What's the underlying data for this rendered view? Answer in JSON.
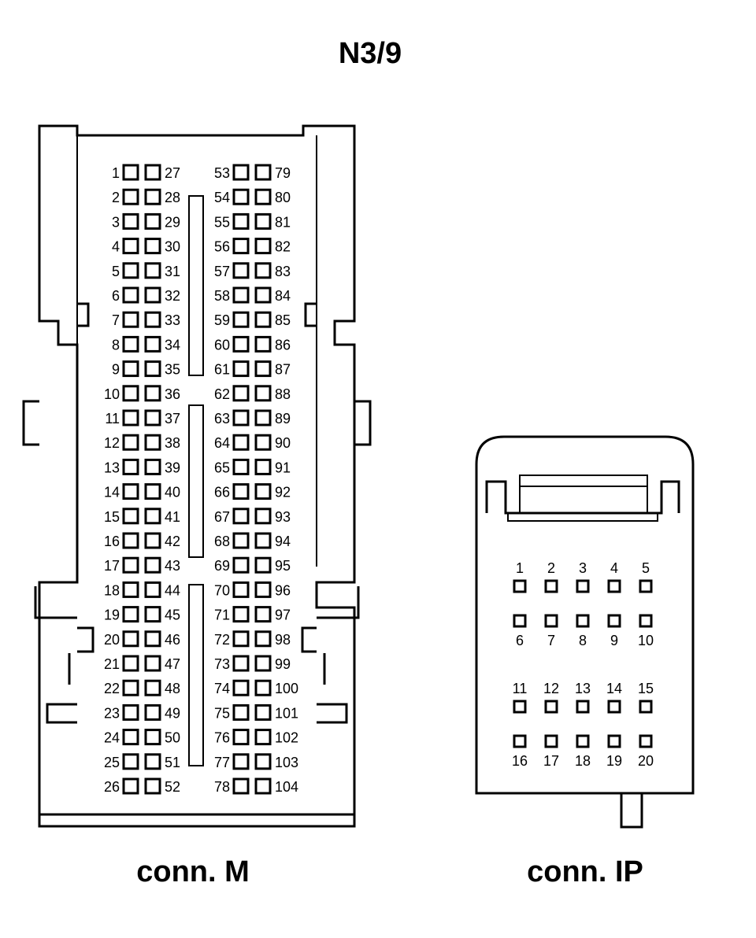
{
  "title": "N3/9",
  "connectors": {
    "m": {
      "caption": "conn. M",
      "pins": [
        "1",
        "2",
        "3",
        "4",
        "5",
        "6",
        "7",
        "8",
        "9",
        "10",
        "11",
        "12",
        "13",
        "14",
        "15",
        "16",
        "17",
        "18",
        "19",
        "20",
        "21",
        "22",
        "23",
        "24",
        "25",
        "26",
        "27",
        "28",
        "29",
        "30",
        "31",
        "32",
        "33",
        "34",
        "35",
        "36",
        "37",
        "38",
        "39",
        "40",
        "41",
        "42",
        "43",
        "44",
        "45",
        "46",
        "47",
        "48",
        "49",
        "50",
        "51",
        "52",
        "53",
        "54",
        "55",
        "56",
        "57",
        "58",
        "59",
        "60",
        "61",
        "62",
        "63",
        "64",
        "65",
        "66",
        "67",
        "68",
        "69",
        "70",
        "71",
        "72",
        "73",
        "74",
        "75",
        "76",
        "77",
        "78",
        "79",
        "80",
        "81",
        "82",
        "83",
        "84",
        "85",
        "86",
        "87",
        "88",
        "89",
        "90",
        "91",
        "92",
        "93",
        "94",
        "95",
        "96",
        "97",
        "98",
        "99",
        "100",
        "101",
        "102",
        "103",
        "104"
      ]
    },
    "ip": {
      "caption": "conn. IP",
      "pins": [
        "1",
        "2",
        "3",
        "4",
        "5",
        "6",
        "7",
        "8",
        "9",
        "10",
        "11",
        "12",
        "13",
        "14",
        "15",
        "16",
        "17",
        "18",
        "19",
        "20"
      ]
    }
  }
}
